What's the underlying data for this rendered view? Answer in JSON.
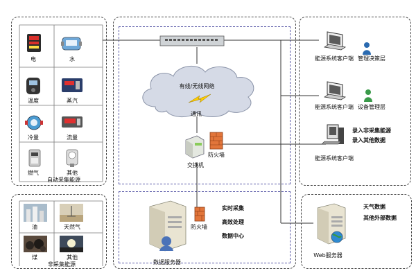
{
  "auto_collect": {
    "title": "自动采集能源",
    "items": [
      "电",
      "水",
      "温度",
      "蒸汽",
      "冷量",
      "流量",
      "燃气",
      "其他"
    ]
  },
  "non_collect": {
    "title": "非采集能源",
    "items": [
      "油",
      "天然气",
      "煤",
      "其他"
    ]
  },
  "network": {
    "cloud_label": "有线/无线网络",
    "comm_label": "通讯",
    "switch_label": "交换机",
    "firewall_label": "防火墙"
  },
  "data_server": {
    "label": "数据服务器",
    "firewall_label": "防火墙",
    "features": [
      "实时采集",
      "高效处理",
      "数据中心"
    ]
  },
  "clients": [
    {
      "client_label": "能源系统客户端",
      "role_label": "管理决策层"
    },
    {
      "client_label": "能源系统客户端",
      "role_label": "设备管理层"
    },
    {
      "client_label": "能源系统客户端",
      "notes": [
        "录入非采集能源",
        "录入其他数据"
      ]
    }
  ],
  "web_server": {
    "label": "Web服务器",
    "notes": [
      "天气数据",
      "其他外部数据"
    ]
  }
}
